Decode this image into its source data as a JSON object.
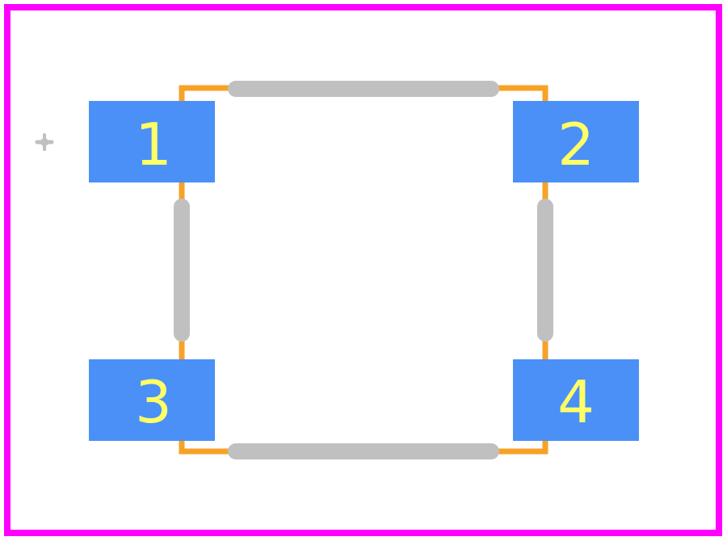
{
  "colors": {
    "background": "#ffffff",
    "courtyard": "#ff00ff",
    "pad": "#4a90f7",
    "pad_label": "#ffff66",
    "fab_outline": "#f7a226",
    "silkscreen": "#c0c0c0"
  },
  "pads": [
    {
      "number": "1"
    },
    {
      "number": "2"
    },
    {
      "number": "3"
    },
    {
      "number": "4"
    }
  ],
  "origin_marker": {
    "icon": "origin-crosshair-icon"
  }
}
